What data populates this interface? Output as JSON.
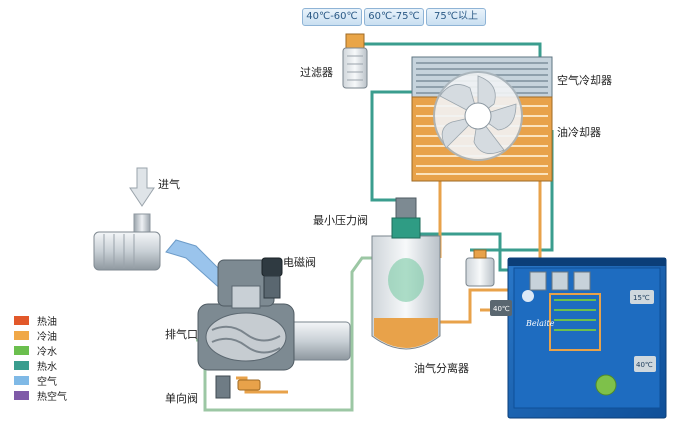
{
  "temp_tabs": [
    "40℃-60℃",
    "60℃-75℃",
    "75℃以上"
  ],
  "labels": {
    "filter": "过滤器",
    "air_cooler": "空气冷却器",
    "oil_cooler": "油冷却器",
    "intake": "进气",
    "min_pressure_valve": "最小压力阀",
    "solenoid_valve": "电磁阀",
    "exhaust_port": "排气口",
    "separator": "油气分离器",
    "check_valve": "单向阀"
  },
  "legend": [
    {
      "label": "热油",
      "color": "#e2582a"
    },
    {
      "label": "冷油",
      "color": "#f0a848"
    },
    {
      "label": "冷水",
      "color": "#6bbf4e"
    },
    {
      "label": "热水",
      "color": "#3a9d8e"
    },
    {
      "label": "空气",
      "color": "#7fb9e6"
    },
    {
      "label": "热空气",
      "color": "#7f5aa8"
    }
  ],
  "unit_display": {
    "brand": "Belaite",
    "readings": [
      "40℃",
      "15℃",
      "40℃"
    ]
  },
  "colors": {
    "teal_pipe": "#3a9d8e",
    "oil_pipe": "#e8a24a",
    "water_pipe": "#9cc7a4",
    "cabinet": "#1b63b4"
  }
}
